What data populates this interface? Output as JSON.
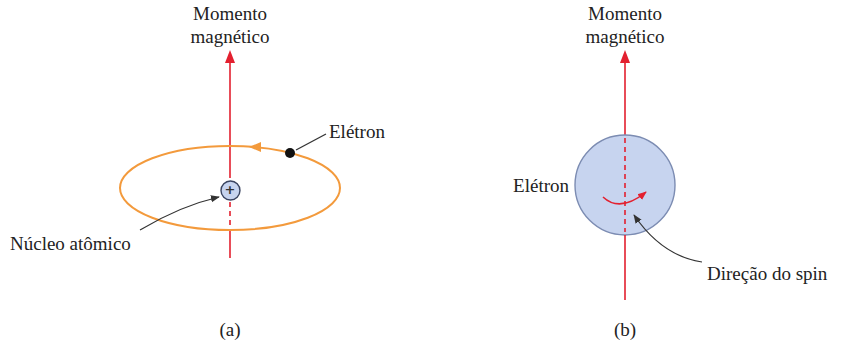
{
  "diagram": {
    "nodes": [
      {
        "text": [
          "+"
        ]
      }
    ],
    "labels": [
      "Momento magnético",
      "Elétron",
      "Núcleo atômico",
      "(a)",
      "Momento magnético",
      "Elétron",
      "Direção do spin",
      "(b)"
    ]
  }
}
